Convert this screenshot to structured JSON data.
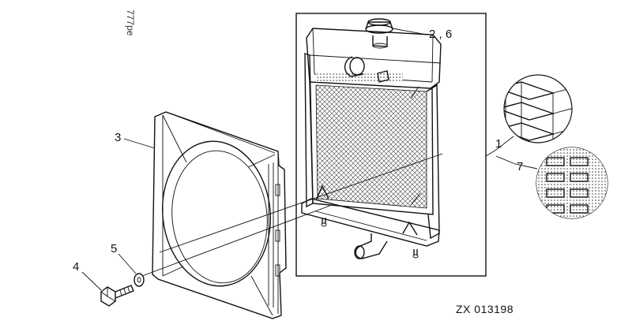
{
  "figure_code": "ZX 013198",
  "corner_mark": "777pe",
  "callouts": {
    "c1": "1",
    "c26": "2 , 6",
    "c3": "3",
    "c4": "4",
    "c5": "5",
    "c7": "7"
  }
}
